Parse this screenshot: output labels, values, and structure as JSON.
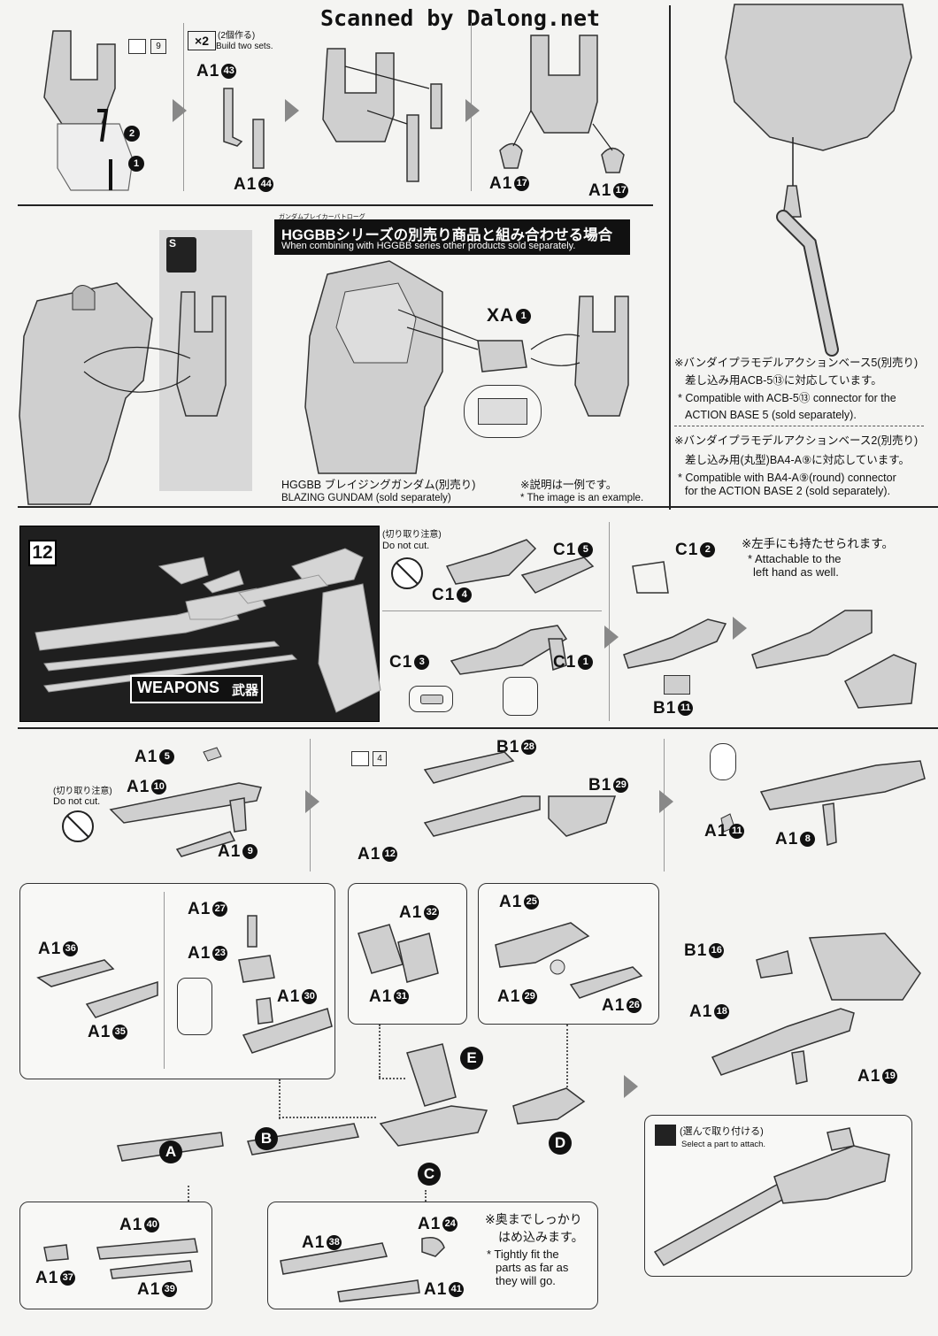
{
  "header": {
    "watermark": "Scanned by Dalong.net"
  },
  "row1": {
    "page_ref": "9",
    "build_multiplier": "×2",
    "build_jp": "(2個作る)",
    "build_en": "Build two sets.",
    "labels": {
      "a": {
        "text": "A1",
        "num": "43"
      },
      "b": {
        "text": "A1",
        "num": "44"
      },
      "c": {
        "text": "A1",
        "num": "17"
      },
      "d": {
        "text": "A1",
        "num": "17"
      }
    },
    "steps": [
      "2",
      "1"
    ]
  },
  "hggbb": {
    "ruby": "ガンダムブレイカーバトローグ",
    "title_jp": "HGGBBシリーズの別売り商品と組み合わせる場合",
    "title_en": "When combining with HGGBB series other products sold separately.",
    "part": {
      "text": "XA",
      "num": "1"
    },
    "product_jp": "HGGBB ブレイジングガンダム(別売り)",
    "product_en": "BLAZING GUNDAM (sold separately)",
    "example_jp": "※説明は一例です。",
    "example_en": "* The image is an example."
  },
  "actionbase": {
    "note1_jp1": "※バンダイプラモデルアクションベース5(別売り)",
    "note1_jp2": "差し込み用ACB-5⑬に対応しています。",
    "note1_en1": "* Compatible with ACB-5⑬ connector for the",
    "note1_en2": "ACTION BASE 5 (sold separately).",
    "note2_jp1": "※バンダイプラモデルアクションベース2(別売り)",
    "note2_jp2": "差し込み用(丸型)BA4-A⑨に対応しています。",
    "note2_en1": "* Compatible with BA4-A⑨(round) connector",
    "note2_en2": "for the ACTION BASE 2 (sold separately)."
  },
  "step12": {
    "number": "12",
    "weapons_en": "WEAPONS",
    "weapons_jp": "武器",
    "donotcut_jp": "(切り取り注意)",
    "donotcut_en": "Do not cut.",
    "labels": {
      "c15": {
        "text": "C1",
        "num": "5"
      },
      "c14": {
        "text": "C1",
        "num": "4"
      },
      "c13": {
        "text": "C1",
        "num": "3"
      },
      "c11": {
        "text": "C1",
        "num": "1"
      },
      "c12": {
        "text": "C1",
        "num": "2"
      },
      "b111": {
        "text": "B1",
        "num": "11"
      }
    },
    "lefthand_jp": "※左手にも持たせられます。",
    "lefthand_en1": "* Attachable to the",
    "lefthand_en2": "left hand as well."
  },
  "row4": {
    "donotcut_jp": "(切り取り注意)",
    "donotcut_en": "Do not cut.",
    "page_ref": "4",
    "labels": {
      "a15": {
        "text": "A1",
        "num": "5"
      },
      "a110": {
        "text": "A1",
        "num": "10"
      },
      "a19": {
        "text": "A1",
        "num": "9"
      },
      "b128": {
        "text": "B1",
        "num": "28"
      },
      "b129": {
        "text": "B1",
        "num": "29"
      },
      "a112": {
        "text": "A1",
        "num": "12"
      },
      "a111": {
        "text": "A1",
        "num": "11"
      },
      "a18": {
        "text": "A1",
        "num": "8"
      }
    }
  },
  "row5": {
    "labels": {
      "a136": {
        "text": "A1",
        "num": "36"
      },
      "a135": {
        "text": "A1",
        "num": "35"
      },
      "a127": {
        "text": "A1",
        "num": "27"
      },
      "a123": {
        "text": "A1",
        "num": "23"
      },
      "a130": {
        "text": "A1",
        "num": "30"
      },
      "a132": {
        "text": "A1",
        "num": "32"
      },
      "a131": {
        "text": "A1",
        "num": "31"
      },
      "a125": {
        "text": "A1",
        "num": "25"
      },
      "a129": {
        "text": "A1",
        "num": "29"
      },
      "a126": {
        "text": "A1",
        "num": "26"
      },
      "b116": {
        "text": "B1",
        "num": "16"
      },
      "a118": {
        "text": "A1",
        "num": "18"
      },
      "a119": {
        "text": "A1",
        "num": "19"
      },
      "a140": {
        "text": "A1",
        "num": "40"
      },
      "a137": {
        "text": "A1",
        "num": "37"
      },
      "a139": {
        "text": "A1",
        "num": "39"
      },
      "a138": {
        "text": "A1",
        "num": "38"
      },
      "a124": {
        "text": "A1",
        "num": "24"
      },
      "a141": {
        "text": "A1",
        "num": "41"
      }
    },
    "assembly_letters": [
      "A",
      "B",
      "C",
      "D",
      "E"
    ],
    "select_jp": "(選んで取り付ける)",
    "select_en": "Select a part to attach.",
    "fit_jp1": "※奥までしっかり",
    "fit_jp2": "はめ込みます。",
    "fit_en1": "* Tightly fit the",
    "fit_en2": "parts as far as",
    "fit_en3": "they will go."
  }
}
